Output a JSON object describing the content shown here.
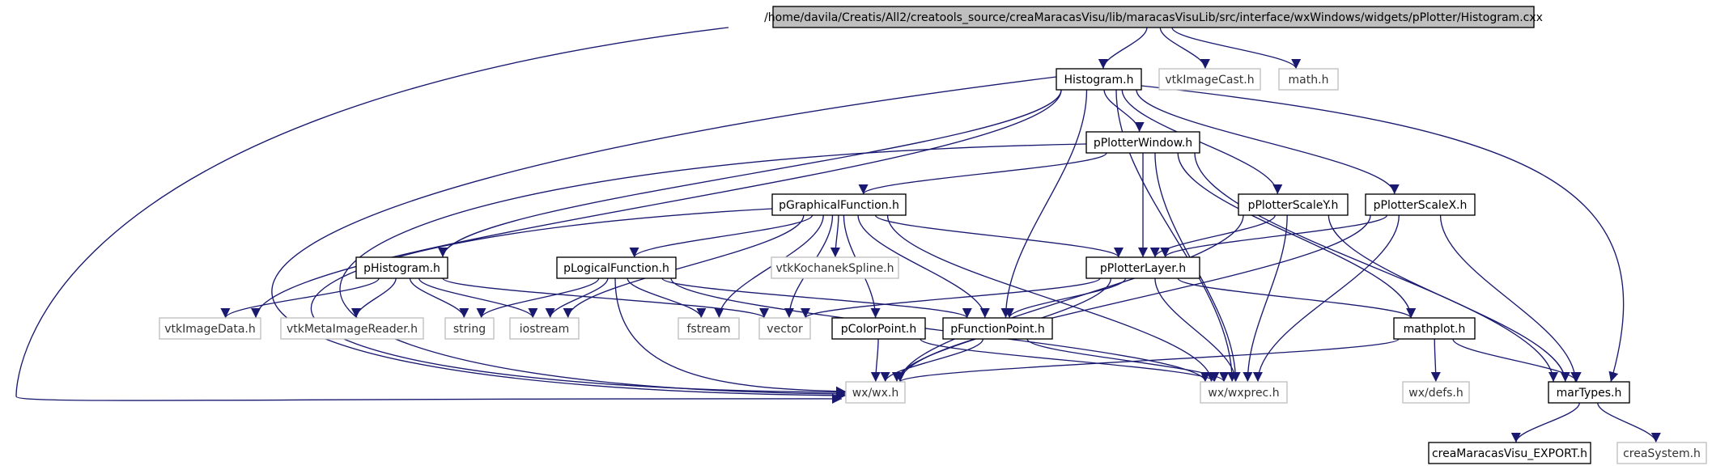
{
  "graph": {
    "root": "/home/davila/Creatis/All2/creatools_source/creaMaracasVisu/lib/maracasVisuLib/src/interface/wxWindows/widgets/pPlotter/Histogram.cxx",
    "colors": {
      "edge": "#191970",
      "root_fill": "#bfbfbf",
      "node_border": "#000000",
      "external_border": "#bfbfbf",
      "external_text": "#333333",
      "text": "#000000"
    },
    "nodes": [
      {
        "id": "root",
        "label": "/home/davila/Creatis/All2/creatools_source/creaMaracasVisu/lib/maracasVisuLib/src/interface/wxWindows/widgets/pPlotter/Histogram.cxx",
        "kind": "root"
      },
      {
        "id": "histogram_h",
        "label": "Histogram.h",
        "kind": "file"
      },
      {
        "id": "vtkImageCast",
        "label": "vtkImageCast.h",
        "kind": "external"
      },
      {
        "id": "math",
        "label": "math.h",
        "kind": "external"
      },
      {
        "id": "pPlotterWindow",
        "label": "pPlotterWindow.h",
        "kind": "file"
      },
      {
        "id": "pGraphicalFunction",
        "label": "pGraphicalFunction.h",
        "kind": "file"
      },
      {
        "id": "pPlotterScaleY",
        "label": "pPlotterScaleY.h",
        "kind": "file"
      },
      {
        "id": "pPlotterScaleX",
        "label": "pPlotterScaleX.h",
        "kind": "file"
      },
      {
        "id": "pHistogram",
        "label": "pHistogram.h",
        "kind": "file"
      },
      {
        "id": "pLogicalFunction",
        "label": "pLogicalFunction.h",
        "kind": "file"
      },
      {
        "id": "vtkKochanekSpline",
        "label": "vtkKochanekSpline.h",
        "kind": "external"
      },
      {
        "id": "pPlotterLayer",
        "label": "pPlotterLayer.h",
        "kind": "file"
      },
      {
        "id": "vtkImageData",
        "label": "vtkImageData.h",
        "kind": "external"
      },
      {
        "id": "vtkMetaImageReader",
        "label": "vtkMetaImageReader.h",
        "kind": "external"
      },
      {
        "id": "string",
        "label": "string",
        "kind": "external"
      },
      {
        "id": "iostream",
        "label": "iostream",
        "kind": "external"
      },
      {
        "id": "fstream",
        "label": "fstream",
        "kind": "external"
      },
      {
        "id": "vector",
        "label": "vector",
        "kind": "external"
      },
      {
        "id": "pColorPoint",
        "label": "pColorPoint.h",
        "kind": "file"
      },
      {
        "id": "pFunctionPoint",
        "label": "pFunctionPoint.h",
        "kind": "file"
      },
      {
        "id": "mathplot",
        "label": "mathplot.h",
        "kind": "file"
      },
      {
        "id": "wx_wx",
        "label": "wx/wx.h",
        "kind": "external"
      },
      {
        "id": "wx_wxprec",
        "label": "wx/wxprec.h",
        "kind": "external"
      },
      {
        "id": "wx_defs",
        "label": "wx/defs.h",
        "kind": "external"
      },
      {
        "id": "marTypes",
        "label": "marTypes.h",
        "kind": "file"
      },
      {
        "id": "creaMaracasVisu_EXPORT",
        "label": "creaMaracasVisu_EXPORT.h",
        "kind": "file"
      },
      {
        "id": "creaSystem",
        "label": "creaSystem.h",
        "kind": "external"
      }
    ],
    "edges": [
      [
        "root",
        "histogram_h"
      ],
      [
        "root",
        "vtkImageCast"
      ],
      [
        "root",
        "math"
      ],
      [
        "root",
        "wx_wx"
      ],
      [
        "histogram_h",
        "pPlotterWindow"
      ],
      [
        "histogram_h",
        "pPlotterScaleY"
      ],
      [
        "histogram_h",
        "pPlotterScaleX"
      ],
      [
        "histogram_h",
        "pHistogram"
      ],
      [
        "histogram_h",
        "vtkImageData"
      ],
      [
        "histogram_h",
        "pFunctionPoint"
      ],
      [
        "histogram_h",
        "wx_wx"
      ],
      [
        "histogram_h",
        "wx_wxprec"
      ],
      [
        "histogram_h",
        "marTypes"
      ],
      [
        "pPlotterWindow",
        "pGraphicalFunction"
      ],
      [
        "pPlotterWindow",
        "pPlotterLayer"
      ],
      [
        "pPlotterWindow",
        "wx_wx"
      ],
      [
        "pPlotterWindow",
        "wx_wxprec"
      ],
      [
        "pPlotterWindow",
        "mathplot"
      ],
      [
        "pPlotterWindow",
        "marTypes"
      ],
      [
        "pGraphicalFunction",
        "pLogicalFunction"
      ],
      [
        "pGraphicalFunction",
        "vtkKochanekSpline"
      ],
      [
        "pGraphicalFunction",
        "pPlotterLayer"
      ],
      [
        "pGraphicalFunction",
        "iostream"
      ],
      [
        "pGraphicalFunction",
        "fstream"
      ],
      [
        "pGraphicalFunction",
        "vector"
      ],
      [
        "pGraphicalFunction",
        "pColorPoint"
      ],
      [
        "pGraphicalFunction",
        "pFunctionPoint"
      ],
      [
        "pGraphicalFunction",
        "wx_wx"
      ],
      [
        "pGraphicalFunction",
        "wx_wxprec"
      ],
      [
        "pPlotterScaleY",
        "pPlotterLayer"
      ],
      [
        "pPlotterScaleY",
        "wx_wx"
      ],
      [
        "pPlotterScaleY",
        "wx_wxprec"
      ],
      [
        "pPlotterScaleY",
        "marTypes"
      ],
      [
        "pPlotterScaleX",
        "pPlotterLayer"
      ],
      [
        "pPlotterScaleX",
        "wx_wx"
      ],
      [
        "pPlotterScaleX",
        "wx_wxprec"
      ],
      [
        "pPlotterScaleX",
        "marTypes"
      ],
      [
        "pHistogram",
        "vtkImageData"
      ],
      [
        "pHistogram",
        "vtkMetaImageReader"
      ],
      [
        "pHistogram",
        "string"
      ],
      [
        "pHistogram",
        "iostream"
      ],
      [
        "pHistogram",
        "vector"
      ],
      [
        "pLogicalFunction",
        "string"
      ],
      [
        "pLogicalFunction",
        "iostream"
      ],
      [
        "pLogicalFunction",
        "fstream"
      ],
      [
        "pLogicalFunction",
        "pFunctionPoint"
      ],
      [
        "pLogicalFunction",
        "wx_wx"
      ],
      [
        "pLogicalFunction",
        "wx_wxprec"
      ],
      [
        "pPlotterLayer",
        "vector"
      ],
      [
        "pPlotterLayer",
        "pFunctionPoint"
      ],
      [
        "pPlotterLayer",
        "mathplot"
      ],
      [
        "pPlotterLayer",
        "wx_wx"
      ],
      [
        "pPlotterLayer",
        "wx_wxprec"
      ],
      [
        "pColorPoint",
        "wx_wx"
      ],
      [
        "pColorPoint",
        "wx_wxprec"
      ],
      [
        "pFunctionPoint",
        "wx_wx"
      ],
      [
        "pFunctionPoint",
        "wx_wxprec"
      ],
      [
        "mathplot",
        "wx_wx"
      ],
      [
        "mathplot",
        "wx_defs"
      ],
      [
        "mathplot",
        "marTypes"
      ],
      [
        "marTypes",
        "creaMaracasVisu_EXPORT"
      ],
      [
        "marTypes",
        "creaSystem"
      ]
    ]
  }
}
